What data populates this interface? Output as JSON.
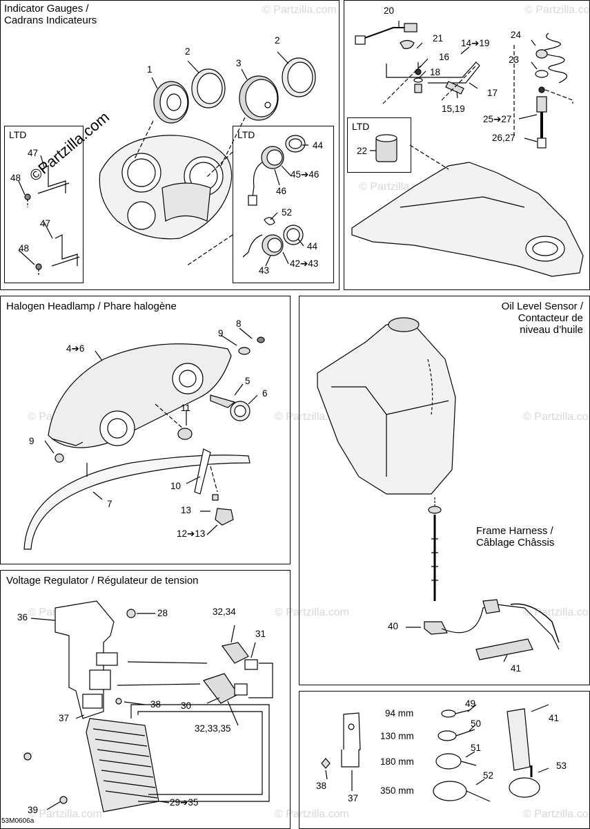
{
  "panels": {
    "indicator_gauges": {
      "title": "Indicator Gauges /\nCadrans Indicateurs"
    },
    "halogen_headlamp": {
      "title": "Halogen Headlamp / Phare halogène"
    },
    "oil_level_sensor": {
      "title": "Oil Level Sensor /\nContacteur de\nniveau d’huile"
    },
    "voltage_regulator": {
      "title": "Voltage Regulator / Régulateur de tension"
    },
    "frame_harness": {
      "title": "Frame Harness /\nCâblage Châssis"
    }
  },
  "ltd_label": "LTD",
  "parts": {
    "p1": "1",
    "p2a": "2",
    "p2b": "2",
    "p3": "3",
    "p47a": "47",
    "p48a": "48",
    "p47b": "47",
    "p48b": "48",
    "p44a": "44",
    "p45": "45➔46",
    "p46": "46",
    "p52a": "52",
    "p44b": "44",
    "p43": "43",
    "p42": "42➔43",
    "p20": "20",
    "p21": "21",
    "p16": "16",
    "p18": "18",
    "p14": "14➔19",
    "p17": "17",
    "p15": "15,19",
    "p24": "24",
    "p23": "23",
    "p25": "25➔27",
    "p26": "26,27",
    "p22": "22",
    "p8": "8",
    "p9a": "9",
    "p4": "4➔6",
    "p5": "5",
    "p6": "6",
    "p11": "11",
    "p9b": "9",
    "p10": "10",
    "p7": "7",
    "p13": "13",
    "p12": "12➔13",
    "p40": "40",
    "p41a": "41",
    "p36": "36",
    "p28": "28",
    "p3234": "32,34",
    "p31": "31",
    "p38a": "38",
    "p37a": "37",
    "p30": "30",
    "p323335": "32,33,35",
    "p39": "39",
    "p29": "29➔35",
    "p49": "49",
    "p50": "50",
    "p51": "51",
    "p52b": "52",
    "p41b": "41",
    "p53": "53",
    "p38b": "38",
    "p37b": "37"
  },
  "tie_sizes": {
    "t94": "94 mm",
    "t130": "130 mm",
    "t180": "180 mm",
    "t350": "350 mm"
  },
  "watermark": "© Partzilla.com",
  "copyright": "©Partzilla.com",
  "drawing_code": "53M0606a"
}
